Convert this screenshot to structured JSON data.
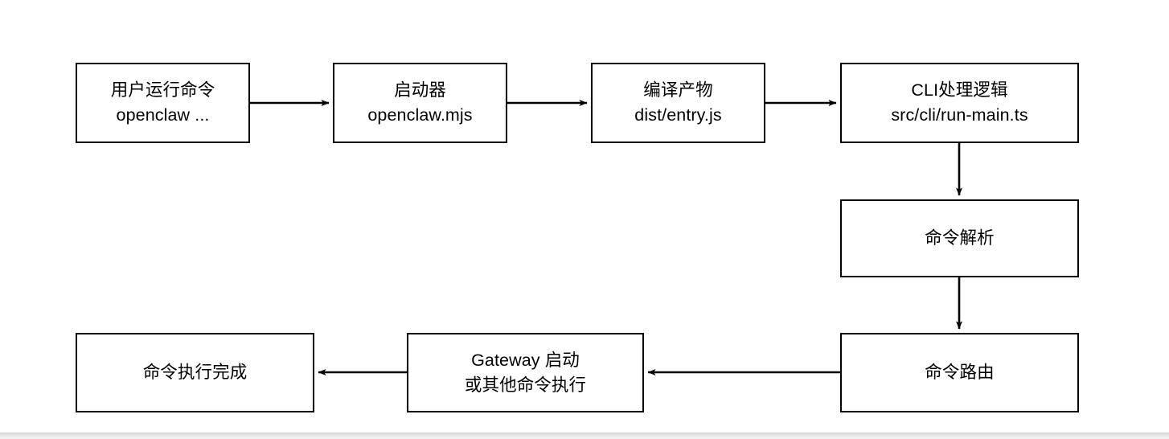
{
  "diagram": {
    "type": "flowchart",
    "title": "",
    "background_color": "#ffffff",
    "stroke_color": "#000000",
    "text_color": "#000000",
    "nodes": [
      {
        "id": "user-command",
        "lines": [
          "用户运行命令",
          "openclaw ..."
        ]
      },
      {
        "id": "launcher",
        "lines": [
          "启动器",
          "openclaw.mjs"
        ]
      },
      {
        "id": "build-artifact",
        "lines": [
          "编译产物",
          "dist/entry.js"
        ]
      },
      {
        "id": "cli-logic",
        "lines": [
          "CLI处理逻辑",
          "src/cli/run-main.ts"
        ]
      },
      {
        "id": "command-parse",
        "lines": [
          "命令解析"
        ]
      },
      {
        "id": "command-route",
        "lines": [
          "命令路由"
        ]
      },
      {
        "id": "gateway-exec",
        "lines": [
          "Gateway 启动",
          "或其他命令执行"
        ]
      },
      {
        "id": "command-done",
        "lines": [
          "命令执行完成"
        ]
      }
    ],
    "edges": [
      {
        "from": "user-command",
        "to": "launcher",
        "label": "",
        "direction": "right"
      },
      {
        "from": "launcher",
        "to": "build-artifact",
        "label": "",
        "direction": "right"
      },
      {
        "from": "build-artifact",
        "to": "cli-logic",
        "label": "",
        "direction": "right"
      },
      {
        "from": "cli-logic",
        "to": "command-parse",
        "label": "",
        "direction": "down"
      },
      {
        "from": "command-parse",
        "to": "command-route",
        "label": "",
        "direction": "down"
      },
      {
        "from": "command-route",
        "to": "gateway-exec",
        "label": "",
        "direction": "left"
      },
      {
        "from": "gateway-exec",
        "to": "command-done",
        "label": "",
        "direction": "left"
      }
    ]
  }
}
